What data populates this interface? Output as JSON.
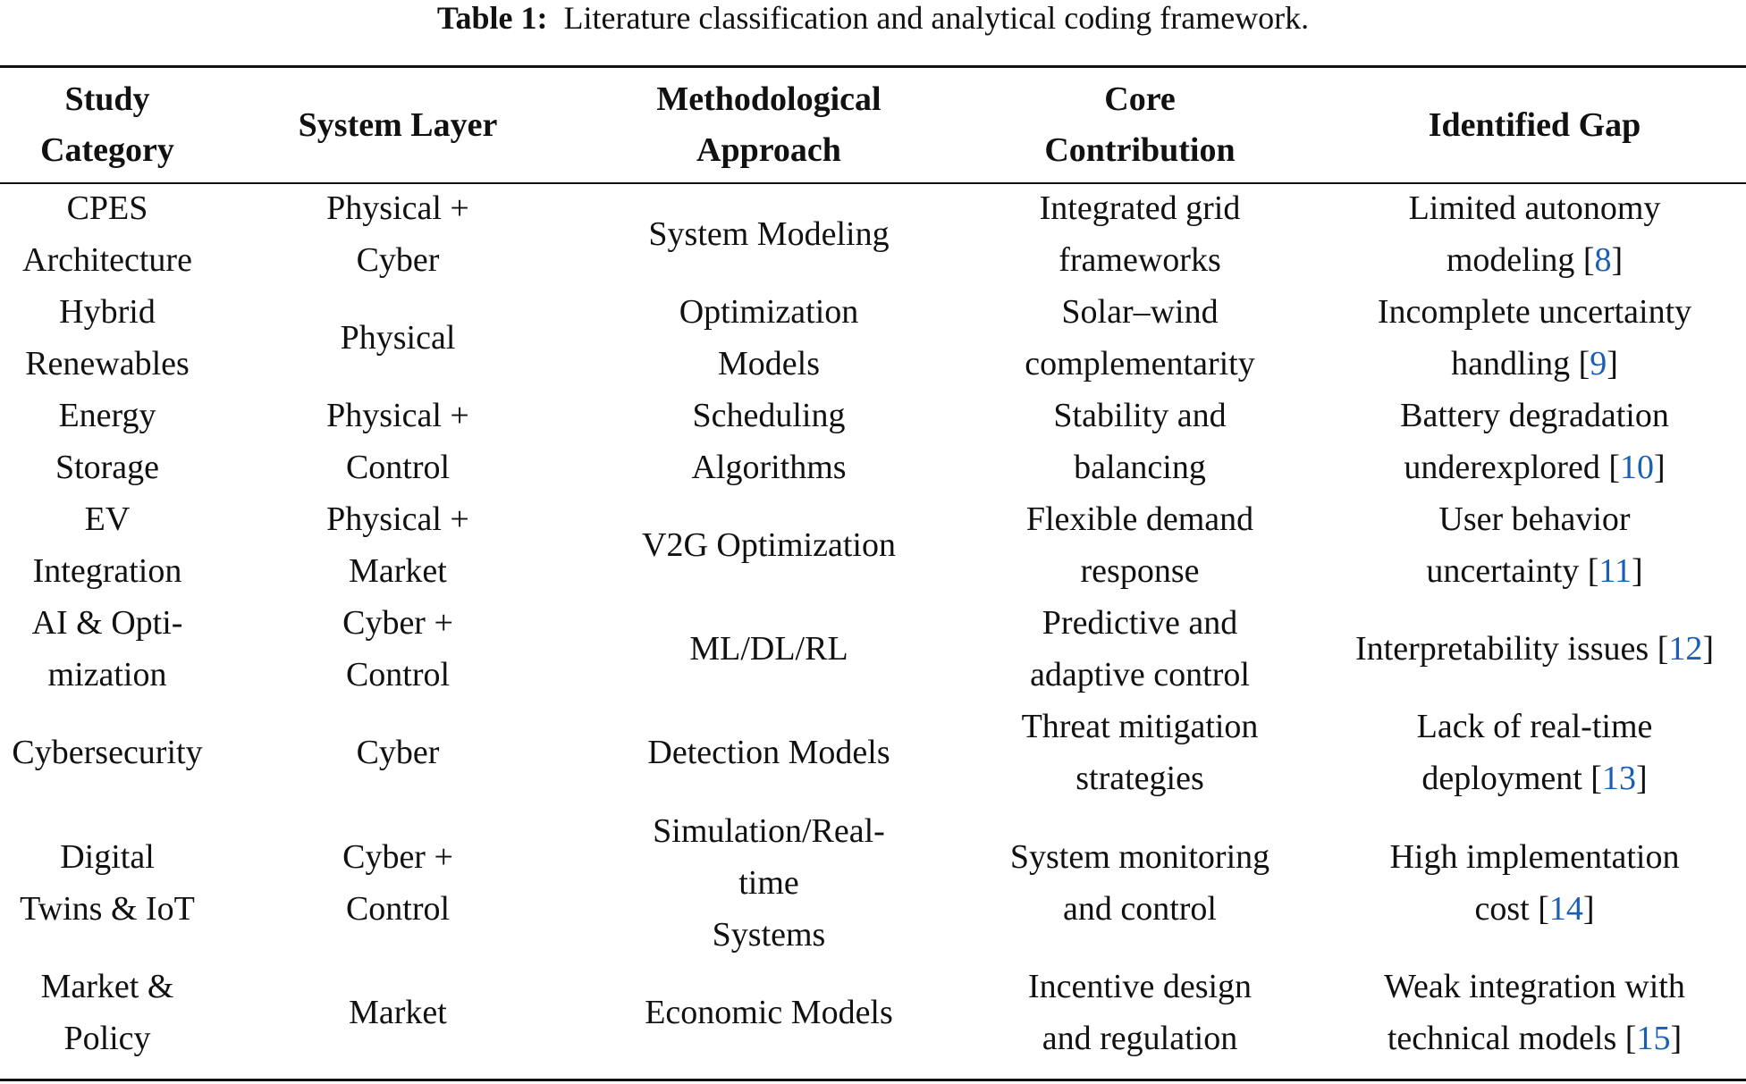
{
  "caption": {
    "label": "Table 1:",
    "text": "Literature classification and analytical coding framework."
  },
  "table": {
    "headers": [
      [
        "Study",
        "Category"
      ],
      [
        "System Layer"
      ],
      [
        "Methodological",
        "Approach"
      ],
      [
        "Core",
        "Contribution"
      ],
      [
        "Identified Gap"
      ]
    ],
    "rows": [
      {
        "category": [
          "CPES",
          "Architecture"
        ],
        "layer": [
          "Physical +",
          "Cyber"
        ],
        "method": [
          "System Modeling"
        ],
        "contribution": [
          "Integrated grid",
          "frameworks"
        ],
        "gap": [
          "Limited autonomy",
          "modeling "
        ],
        "ref": "8"
      },
      {
        "category": [
          "Hybrid",
          "Renewables"
        ],
        "layer": [
          "Physical"
        ],
        "method": [
          "Optimization",
          "Models"
        ],
        "contribution": [
          "Solar–wind",
          "complementarity"
        ],
        "gap": [
          "Incomplete uncertainty",
          "handling "
        ],
        "ref": "9"
      },
      {
        "category": [
          "Energy",
          "Storage"
        ],
        "layer": [
          "Physical +",
          "Control"
        ],
        "method": [
          "Scheduling",
          "Algorithms"
        ],
        "contribution": [
          "Stability and",
          "balancing"
        ],
        "gap": [
          "Battery degradation",
          "underexplored "
        ],
        "ref": "10"
      },
      {
        "category": [
          "EV",
          "Integration"
        ],
        "layer": [
          "Physical +",
          "Market"
        ],
        "method": [
          "V2G Optimization"
        ],
        "contribution": [
          "Flexible demand",
          "response"
        ],
        "gap": [
          "User behavior",
          "uncertainty "
        ],
        "ref": "11"
      },
      {
        "category": [
          "AI & Opti-",
          "mization"
        ],
        "layer": [
          "Cyber +",
          "Control"
        ],
        "method": [
          "ML/DL/RL"
        ],
        "contribution": [
          "Predictive and",
          "adaptive control"
        ],
        "gap": [
          "Interpretability issues "
        ],
        "ref": "12"
      },
      {
        "category": [
          "Cybersecurity"
        ],
        "layer": [
          "Cyber"
        ],
        "method": [
          "Detection Models"
        ],
        "contribution": [
          "Threat mitigation",
          "strategies"
        ],
        "gap": [
          "Lack of real-time",
          "deployment "
        ],
        "ref": "13"
      },
      {
        "category": [
          "Digital",
          "Twins & IoT"
        ],
        "layer": [
          "Cyber +",
          "Control"
        ],
        "method": [
          "Simulation/Real-",
          "time",
          "Systems"
        ],
        "contribution": [
          "System monitoring",
          "and control"
        ],
        "gap": [
          "High implementation",
          "cost "
        ],
        "ref": "14"
      },
      {
        "category": [
          "Market &",
          "Policy"
        ],
        "layer": [
          "Market"
        ],
        "method": [
          "Economic Models"
        ],
        "contribution": [
          "Incentive design",
          "and regulation"
        ],
        "gap": [
          "Weak integration with",
          "technical models "
        ],
        "ref": "15"
      }
    ]
  }
}
